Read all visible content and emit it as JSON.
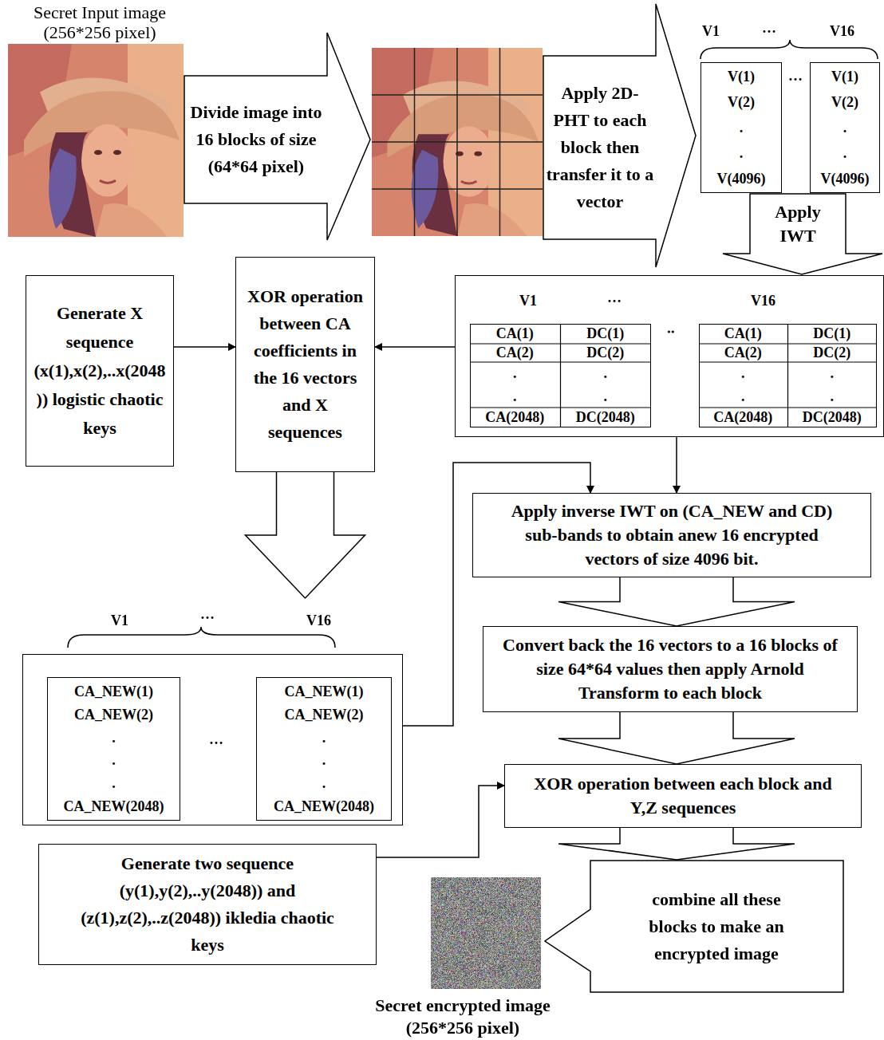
{
  "diagram": {
    "nodes": [
      {
        "text": [
          "Secret Input image (256*256 pixel)"
        ]
      },
      {
        "text": [
          "Divide image into 16 blocks of size (64*64 pixel)"
        ]
      },
      {
        "text": [
          "Apply 2D-PHT to each block then transfer it to a vector"
        ]
      },
      {
        "text": [
          "V(1)",
          "V(2)",
          ".",
          ".",
          "V(4096)"
        ]
      },
      {
        "text": [
          "V(1)",
          "V(2)",
          ".",
          ".",
          "V(4096)"
        ]
      },
      {
        "text": [
          "Apply IWT"
        ]
      },
      {
        "text": [
          "V1",
          "…",
          "V16"
        ]
      },
      {
        "text": [
          "CA(1)",
          "DC(1)",
          "CA(2)",
          "DC(2)",
          ".",
          ".",
          ".",
          ".",
          "CA(2048)",
          "DC(2048)"
        ],
        "in": 6
      },
      {
        "text": [
          "CA(1)",
          "DC(1)",
          "CA(2)",
          "DC(2)",
          ".",
          ".",
          ".",
          ".",
          "CA(2048)",
          "DC(2048)"
        ],
        "in": 6
      },
      {
        "text": [
          "Generate X sequence (x(1),x(2),..x(2048)) logistic chaotic keys"
        ]
      },
      {
        "text": [
          "XOR operation between CA coefficients in the 16 vectors and X sequences"
        ]
      },
      {
        "text": [
          "V1",
          "…",
          "V16"
        ]
      },
      {
        "text": [
          "CA_NEW(1)",
          "CA_NEW(2)",
          ".",
          ".",
          ".",
          "CA_NEW(2048)"
        ],
        "in": 11
      },
      {
        "text": [
          "CA_NEW(1)",
          "CA_NEW(2)",
          ".",
          ".",
          ".",
          "CA_NEW(2048)"
        ],
        "in": 11
      },
      {
        "text": [
          "Apply inverse IWT on (CA_NEW and CD) sub-bands to obtain anew 16 encrypted vectors of size 4096 bit."
        ]
      },
      {
        "text": [
          "Convert back the 16 vectors to a 16 blocks of size 64*64 values then apply Arnold Transform to each block"
        ]
      },
      {
        "text": [
          "XOR operation between each block and Y,Z sequences"
        ]
      },
      {
        "text": [
          "Generate two sequence (y(1),y(2),..y(2048)) and (z(1),z(2),..z(2048)) ikledia chaotic keys"
        ]
      },
      {
        "text": [
          "combine all these blocks to make an encrypted image"
        ]
      },
      {
        "text": [
          "Secret encrypted image (256*256 pixel)"
        ]
      }
    ],
    "edges": [
      {
        "from": 9,
        "to": 10,
        "arrow": "to"
      },
      {
        "from": 6,
        "to": 10,
        "arrow": "to"
      },
      {
        "from": 6,
        "to": 14,
        "arrow": "to"
      },
      {
        "from": 11,
        "to": 14,
        "arrow": "to"
      },
      {
        "from": 17,
        "to": 16,
        "arrow": "to"
      },
      {
        "from": 10,
        "to": 11,
        "arrow": "to"
      },
      {
        "from": 14,
        "to": 15,
        "arrow": "to"
      },
      {
        "from": 15,
        "to": 16,
        "arrow": "to"
      },
      {
        "from": 16,
        "to": 18,
        "arrow": "to"
      }
    ],
    "labels": [
      "V1",
      "…",
      "V16",
      "…",
      "‥",
      "…"
    ]
  }
}
